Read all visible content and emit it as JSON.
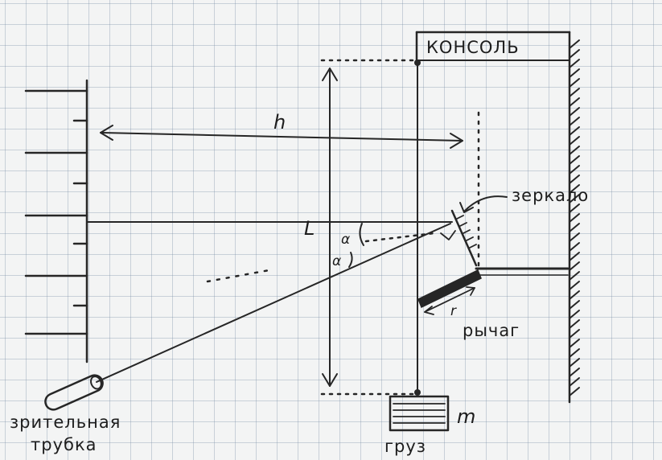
{
  "diagram": {
    "labels": {
      "console": "КОНСОЛЬ",
      "mirror": "зеркало",
      "lever": "рычаг",
      "weight": "груз",
      "telescope_line1": "зрительная",
      "telescope_line2": "трубка",
      "distance_h": "h",
      "distance_L": "L",
      "mass": "m",
      "arm_r": "r",
      "angle_alpha": "α",
      "angle_alpha2": "α"
    },
    "colors": {
      "ink": "#262626",
      "paper": "#f3f4f4",
      "grid": "#8c9bb0"
    }
  }
}
